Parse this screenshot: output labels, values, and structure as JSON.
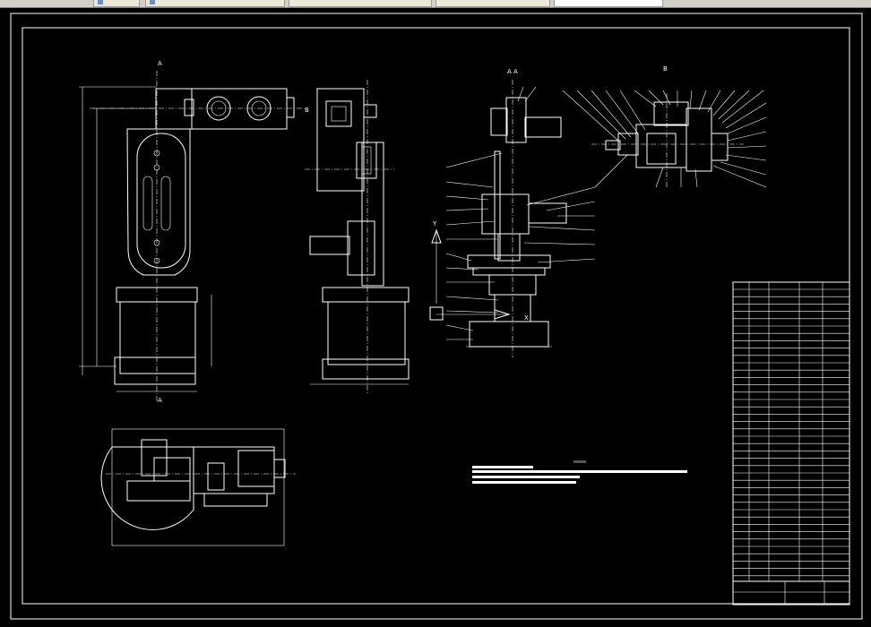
{
  "tabs": [
    {
      "label": ""
    },
    {
      "label": ""
    },
    {
      "label": ""
    },
    {
      "label": ""
    },
    {
      "label": ""
    }
  ],
  "drawing": {
    "section_labels": [
      "A",
      "A",
      "B",
      "A",
      "A",
      "B"
    ],
    "axis_labels": [
      "Y",
      "X"
    ],
    "colors": {
      "background": "#000000",
      "lines": "#ffffff",
      "tab_bg": "#d4d0c8"
    }
  }
}
